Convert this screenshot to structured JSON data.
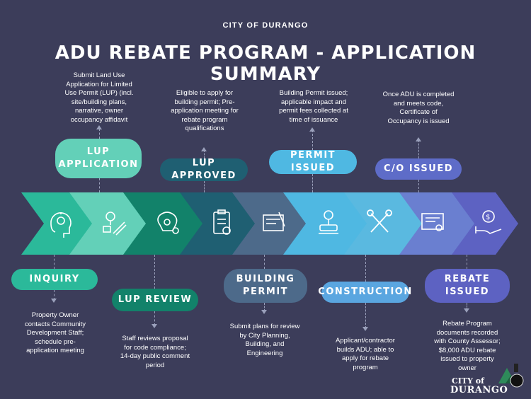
{
  "header": {
    "kicker": "CITY OF DURANGO",
    "title": "ADU REBATE PROGRAM - APPLICATION SUMMARY"
  },
  "colors": {
    "background": "#3c3d5a",
    "inquiry": "#2bb99a",
    "lup_application": "#63d0b8",
    "lup_review": "#12826a",
    "lup_approved": "#1f5f72",
    "building_permit": "#4d6a8a",
    "permit_issued": "#4fb8e2",
    "construction": "#5aa6e0",
    "co_issued": "#5e6cc8",
    "rebate_issued": "#5d62c2"
  },
  "steps_top": [
    {
      "label_line1": "LUP",
      "label_line2": "APPLICATION",
      "desc": [
        "Submit Land Use",
        "Application for Limited",
        "Use Permit (LUP) (incl.",
        "site/building plans,",
        "narrative, owner",
        "occupancy affidavit"
      ]
    },
    {
      "label_line1": "LUP APPROVED",
      "desc": [
        "Eligible to apply for",
        "building permit; Pre-",
        "application meeting for",
        "rebate program",
        "qualifications"
      ]
    },
    {
      "label_line1": "PERMIT ISSUED",
      "desc": [
        "Building Permit issued;",
        "applicable impact and",
        "permit fees collected at",
        "time of issuance"
      ]
    },
    {
      "label_line1": "C/O ISSUED",
      "desc": [
        "Once ADU is completed",
        "and meets code,",
        "Certificate of",
        "Occupancy is issued"
      ]
    }
  ],
  "steps_bottom": [
    {
      "label_line1": "INQUIRY",
      "desc": [
        "Property Owner",
        "contacts Community",
        "Development Staff;",
        "schedule pre-",
        "application meeting"
      ]
    },
    {
      "label_line1": "LUP REVIEW",
      "desc": [
        "Staff reviews proposal",
        "for code compliance;",
        "14-day public comment",
        "period"
      ]
    },
    {
      "label_line1": "BUILDING",
      "label_line2": "PERMIT",
      "desc": [
        "Submit plans for review",
        "by City Planning,",
        "Building, and",
        "Engineering"
      ]
    },
    {
      "label_line1": "CONSTRUCTION",
      "desc": [
        "Applicant/contractor",
        "builds ADU; able to",
        "apply for rebate",
        "program"
      ]
    },
    {
      "label_line1": "REBATE",
      "label_line2": "ISSUED",
      "desc": [
        "Rebate Program",
        "documents recorded",
        "with County Assessor;",
        "$8,000 ADU rebate",
        "issued to property",
        "owner"
      ]
    }
  ],
  "icons": [
    "lightbulb-head-icon",
    "lightbulb-pencil-icon",
    "brain-gears-icon",
    "clipboard-check-icon",
    "blueprint-icon",
    "stamp-icon",
    "tools-icon",
    "certificate-icon",
    "hand-money-icon"
  ],
  "logo": {
    "line1": "CITY of",
    "line2": "DURANGO"
  }
}
